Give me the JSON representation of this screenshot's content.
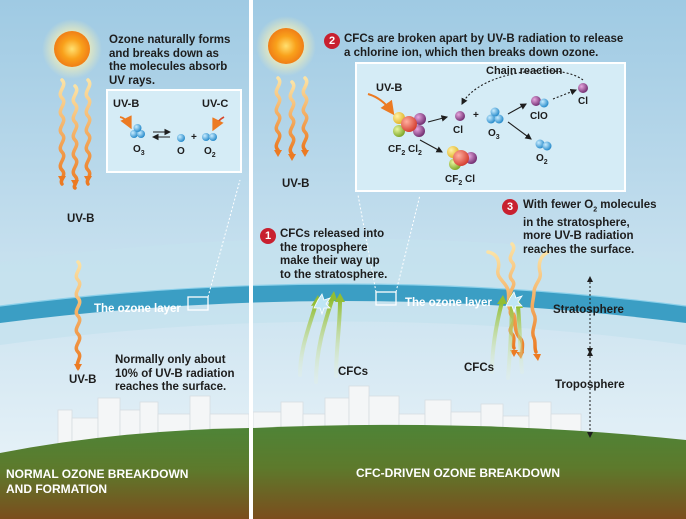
{
  "left_panel": {
    "intro_lines": [
      "Ozone naturally forms",
      "and breaks down as",
      "the molecules absorb",
      "UV rays."
    ],
    "uvb_left": "UV-B",
    "inset": {
      "uvb": "UV-B",
      "uvc": "UV-C",
      "o": "O",
      "o3": "O",
      "o3_sub": "3",
      "o2": "O",
      "o2_sub": "2",
      "plus": "+"
    },
    "uvb_mid": "UV-B",
    "ozone_layer": "The ozone layer",
    "uvb_bottom": "UV-B",
    "surface_lines": [
      "Normally only about",
      "10% of UV-B radiation",
      "reaches the surface."
    ],
    "footer_lines": [
      "NORMAL OZONE BREAKDOWN",
      "AND FORMATION"
    ]
  },
  "right_panel": {
    "step2_number": "2",
    "step2_lines": [
      "CFCs are broken apart by UV-B radiation to release",
      "a chlorine ion, which then breaks down ozone."
    ],
    "uvb_right": "UV-B",
    "inset": {
      "uvb": "UV-B",
      "chain_reaction": "Chain reaction",
      "cf2cl2_a": "CF",
      "cf2cl2_sub": "2",
      "cf2cl2_b": " Cl",
      "cf2cl2_sub2": "2",
      "cf2cl_a": "CF",
      "cf2cl_sub": "2",
      "cf2cl_b": " Cl",
      "cl1": "Cl",
      "cl2": "Cl",
      "clo": "ClO",
      "o3": "O",
      "o3_sub": "3",
      "o2": "O",
      "o2_sub": "2",
      "plus": "+"
    },
    "step1_number": "1",
    "step1_lines": [
      "CFCs released into",
      "the troposphere",
      "make their way up",
      "to the stratosphere."
    ],
    "step3_number": "3",
    "step3_line1_a": "With fewer O",
    "step3_line1_sub": "2",
    "step3_line1_b": " molecules",
    "step3_lines": [
      "in the stratosphere,",
      "more UV-B radiation",
      "reaches the surface."
    ],
    "ozone_layer": "The ozone layer",
    "stratosphere": "Stratosphere",
    "troposphere": "Troposphere",
    "cfcs_1": "CFCs",
    "cfcs_2": "CFCs",
    "footer": "CFC-DRIVEN OZONE BREAKDOWN"
  },
  "colors": {
    "sky_top": "#aad0e6",
    "sky_bottom": "#e4f1f7",
    "ozone_band": "#3d9fc4",
    "ground_green": "#4f7f35",
    "ground_brown": "#7a4f1e",
    "badge_red": "#c8202f",
    "uv_orange": "#f08a2c",
    "cfc_green": "#9cc23a",
    "inset_bg": "#d5ecf6",
    "molecule_blue": "#3aa0d8",
    "molecule_purple": "#8a3b86"
  }
}
